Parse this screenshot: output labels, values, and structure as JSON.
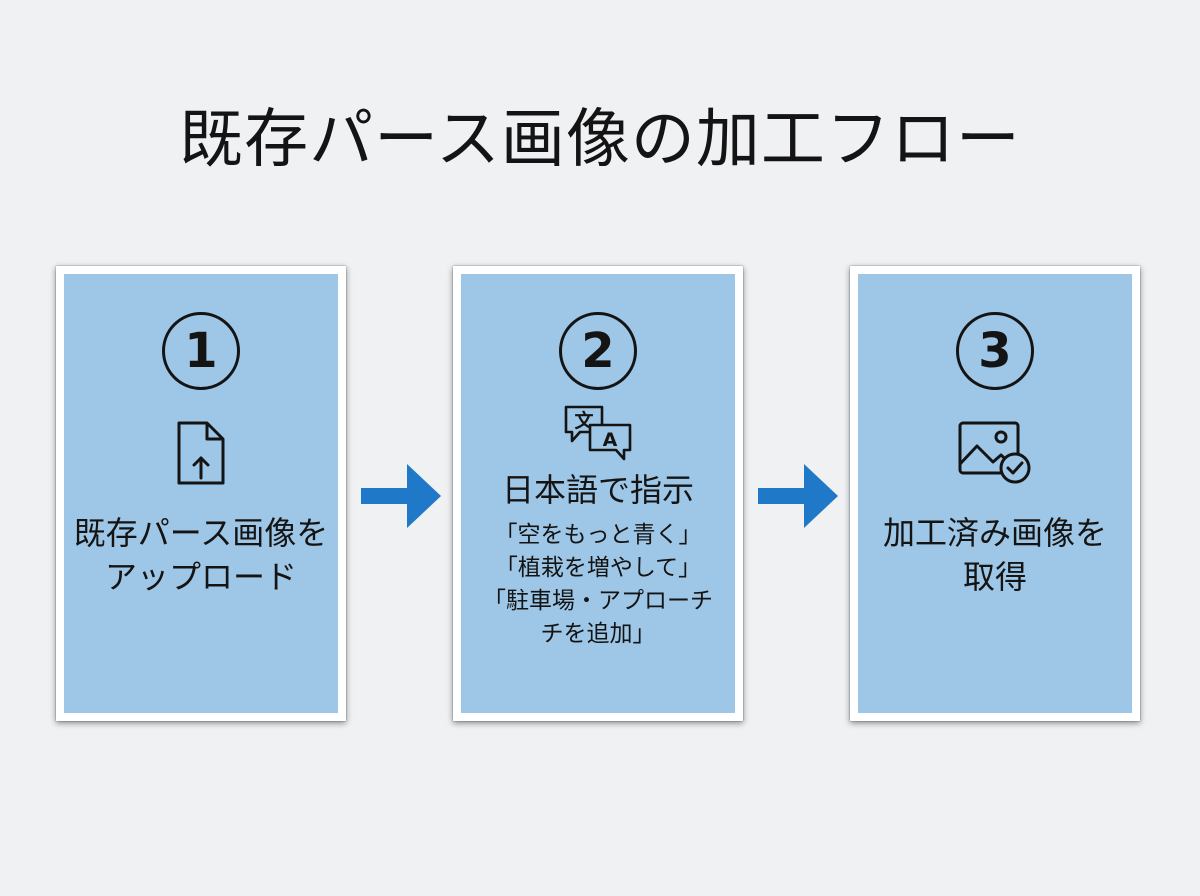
{
  "title": "既存パース画像の加工フロー",
  "colors": {
    "background": "#eff1f3",
    "card_fill": "#9ec6e6",
    "card_border": "#ffffff",
    "arrow": "#1f78c8",
    "text": "#141414"
  },
  "steps": [
    {
      "number": "1",
      "icon": "file-upload-icon",
      "label": "既存パース画像を\nアップロード"
    },
    {
      "number": "2",
      "icon": "translate-chat-icon",
      "icon_text_1": "文",
      "icon_text_2": "A",
      "heading": "日本語で指示",
      "examples": [
        "「空をもっと青く」",
        "「植栽を増やして」",
        "「駐車場・アプローチ\nチを追加」"
      ]
    },
    {
      "number": "3",
      "icon": "image-check-icon",
      "label": "加工済み画像を\n取得"
    }
  ],
  "arrows": [
    "arrow-right-icon",
    "arrow-right-icon"
  ]
}
